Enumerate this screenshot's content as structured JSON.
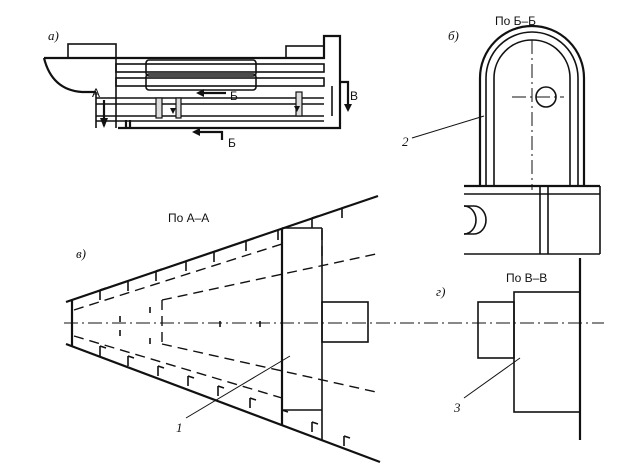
{
  "figure": {
    "panel_labels": {
      "a": "а)",
      "b": "б)",
      "v": "в)",
      "g": "г)"
    },
    "section_titles": {
      "bb": "По Б–Б",
      "aa": "По А–А",
      "vv": "По В–В"
    },
    "section_marks": {
      "a": "А",
      "b1": "Б",
      "b2": "Б",
      "v": "В"
    },
    "callouts": {
      "n1": "1",
      "n2": "2",
      "n3": "3"
    }
  }
}
